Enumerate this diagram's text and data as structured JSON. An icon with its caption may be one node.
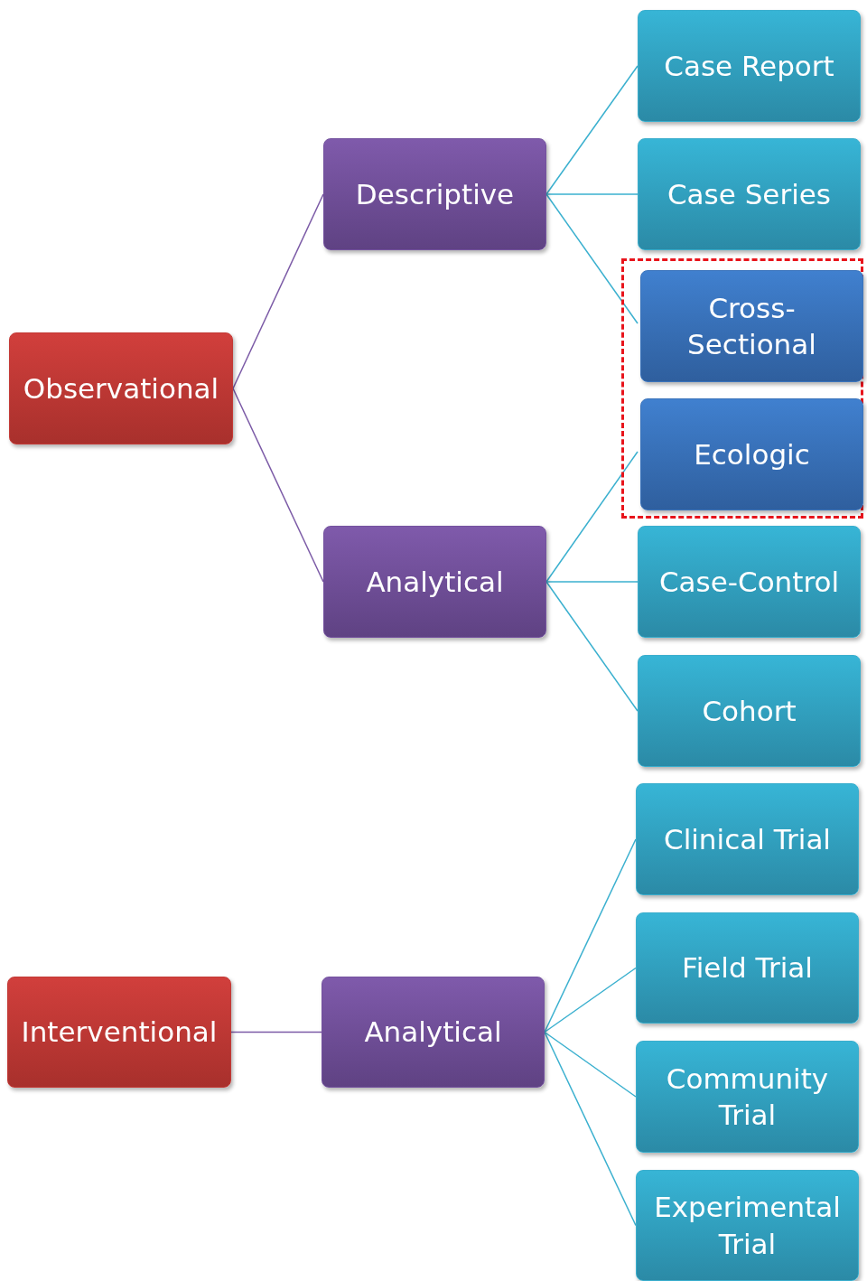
{
  "diagram": {
    "nodes": [
      {
        "text": [
          "Observational"
        ]
      },
      {
        "text": [
          "Descriptive"
        ]
      },
      {
        "text": [
          "Analytical"
        ]
      },
      {
        "text": [
          "Case Report"
        ]
      },
      {
        "text": [
          "Case Series"
        ]
      },
      {
        "text": [],
        "shape": "box"
      },
      {
        "text": [
          "Cross-Sectional"
        ],
        "in": 5
      },
      {
        "text": [
          "Ecologic"
        ],
        "in": 5
      },
      {
        "text": [
          "Case-Control"
        ]
      },
      {
        "text": [
          "Cohort"
        ]
      },
      {
        "text": [
          "Interventional"
        ]
      },
      {
        "text": [
          "Analytical"
        ]
      },
      {
        "text": [
          "Clinical Trial"
        ]
      },
      {
        "text": [
          "Field Trial"
        ]
      },
      {
        "text": [
          "Community Trial"
        ]
      },
      {
        "text": [
          "Experimental Trial"
        ]
      }
    ],
    "edges": [
      {
        "from": 0,
        "to": 1,
        "arrow": "none",
        "color": "#7b5aa6"
      },
      {
        "from": 0,
        "to": 2,
        "arrow": "none",
        "color": "#7b5aa6"
      },
      {
        "from": 1,
        "to": 3,
        "arrow": "none"
      },
      {
        "from": 1,
        "to": 4,
        "arrow": "none"
      },
      {
        "from": 1,
        "to": 6,
        "arrow": "none"
      },
      {
        "from": 2,
        "to": 7,
        "arrow": "none"
      },
      {
        "from": 2,
        "to": 8,
        "arrow": "none"
      },
      {
        "from": 2,
        "to": 9,
        "arrow": "none"
      },
      {
        "from": 10,
        "to": 11,
        "arrow": "none",
        "color": "#7b5aa6"
      },
      {
        "from": 11,
        "to": 12,
        "arrow": "none"
      },
      {
        "from": 11,
        "to": 13,
        "arrow": "none"
      },
      {
        "from": 11,
        "to": 14,
        "arrow": "none"
      },
      {
        "from": 11,
        "to": 15,
        "arrow": "none"
      }
    ]
  }
}
